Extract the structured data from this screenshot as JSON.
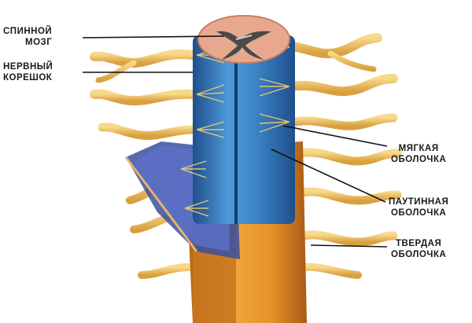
{
  "labels": {
    "spinal_cord": [
      "СПИННОЙ",
      "МОЗГ"
    ],
    "nerve_root": [
      "НЕРВНЫЙ",
      "КОРЕШОК"
    ],
    "pia_mater": [
      "МЯГКАЯ",
      "ОБОЛОЧКА"
    ],
    "arachnoid": [
      "ПАУТИННАЯ",
      "ОБОЛОЧКА"
    ],
    "dura_mater": [
      "ТВЕРДАЯ",
      "ОБОЛОЧКА"
    ]
  },
  "colors": {
    "cord_blue": "#3d86c8",
    "cord_blue_dark": "#1f4f8c",
    "dura_orange": "#e6922a",
    "nerve_yellow": "#f0c060",
    "gray_matter": "#555555",
    "cross_section": "#e8a890"
  }
}
